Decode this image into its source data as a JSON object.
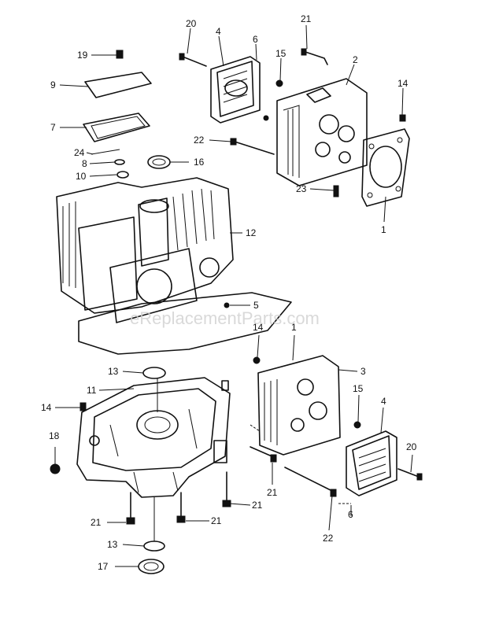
{
  "watermark": "eReplacementParts.com",
  "callouts": [
    {
      "id": "c20a",
      "label": "20"
    },
    {
      "id": "c4a",
      "label": "4"
    },
    {
      "id": "c6a",
      "label": "6"
    },
    {
      "id": "c21a",
      "label": "21"
    },
    {
      "id": "c15a",
      "label": "15"
    },
    {
      "id": "c2",
      "label": "2"
    },
    {
      "id": "c14a",
      "label": "14"
    },
    {
      "id": "c19",
      "label": "19"
    },
    {
      "id": "c9",
      "label": "9"
    },
    {
      "id": "c7",
      "label": "7"
    },
    {
      "id": "c22a",
      "label": "22"
    },
    {
      "id": "c24",
      "label": "24"
    },
    {
      "id": "c8",
      "label": "8"
    },
    {
      "id": "c16",
      "label": "16"
    },
    {
      "id": "c10",
      "label": "10"
    },
    {
      "id": "c23",
      "label": "23"
    },
    {
      "id": "c1a",
      "label": "1"
    },
    {
      "id": "c12",
      "label": "12"
    },
    {
      "id": "c5",
      "label": "5"
    },
    {
      "id": "c14b",
      "label": "14"
    },
    {
      "id": "c1b",
      "label": "1"
    },
    {
      "id": "c3",
      "label": "3"
    },
    {
      "id": "c13a",
      "label": "13"
    },
    {
      "id": "c11",
      "label": "11"
    },
    {
      "id": "c14c",
      "label": "14"
    },
    {
      "id": "c15b",
      "label": "15"
    },
    {
      "id": "c4b",
      "label": "4"
    },
    {
      "id": "c18",
      "label": "18"
    },
    {
      "id": "c20b",
      "label": "20"
    },
    {
      "id": "c21b",
      "label": "21"
    },
    {
      "id": "c21c",
      "label": "21"
    },
    {
      "id": "c6b",
      "label": "6"
    },
    {
      "id": "c21d",
      "label": "21"
    },
    {
      "id": "c21e",
      "label": "21"
    },
    {
      "id": "c22b",
      "label": "22"
    },
    {
      "id": "c13b",
      "label": "13"
    },
    {
      "id": "c17",
      "label": "17"
    }
  ]
}
